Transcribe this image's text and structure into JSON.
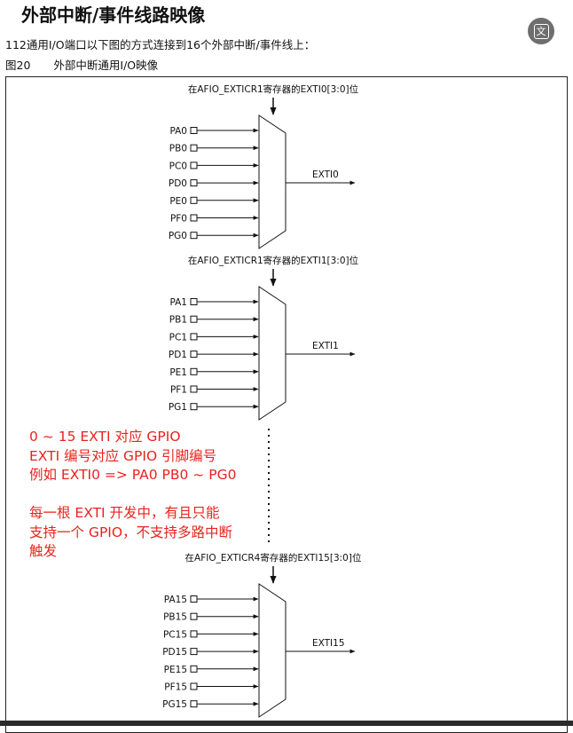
{
  "title": "外部中断/事件线路映像",
  "translate_icon": "translate-icon",
  "translate_glyph": "文",
  "intro_text": "112通用I/O端口以下图的方式连接到16个外部中断/事件线上：",
  "figure_caption": {
    "number": "图20",
    "title": "外部中断通用I/O映像"
  },
  "blocks": [
    {
      "register_label": "在AFIO_EXTICR1寄存器的EXTI0[3:0]位",
      "inputs": [
        "PA0",
        "PB0",
        "PC0",
        "PD0",
        "PE0",
        "PF0",
        "PG0"
      ],
      "output": "EXTI0"
    },
    {
      "register_label": "在AFIO_EXTICR1寄存器的EXTI1[3:0]位",
      "inputs": [
        "PA1",
        "PB1",
        "PC1",
        "PD1",
        "PE1",
        "PF1",
        "PG1"
      ],
      "output": "EXTI1"
    },
    {
      "register_label": "在AFIO_EXTICR4寄存器的EXTI15[3:0]位",
      "inputs": [
        "PA15",
        "PB15",
        "PC15",
        "PD15",
        "PE15",
        "PF15",
        "PG15"
      ],
      "output": "EXTI15"
    }
  ],
  "annotation": {
    "lines": [
      "0 ~ 15 EXTI 对应 GPIO",
      "EXTI 编号对应 GPIO 引脚编号",
      "例如 EXTI0 => PA0 PB0 ~ PG0",
      "",
      "每一根 EXTI 开发中，有且只能",
      "支持一个 GPIO，不支持多路中断",
      "触发"
    ],
    "color": "#e8231d"
  }
}
